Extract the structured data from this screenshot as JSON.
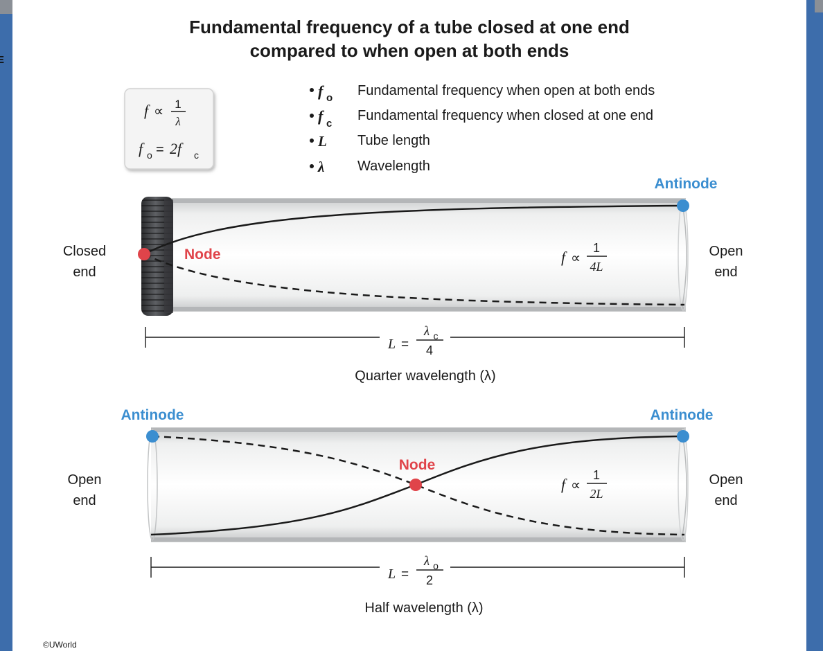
{
  "title": {
    "line1": "Fundamental frequency of a tube closed at one end",
    "line2": "compared to when open at both ends"
  },
  "formula_box": {
    "f_lhs": "f",
    "prop": "∝",
    "frac_num": "1",
    "frac_den": "λ",
    "fo": "f",
    "fo_sub": "o",
    "eq": "=",
    "two_fc": "2f",
    "fc_sub": "c"
  },
  "legend": [
    {
      "symbol": "f",
      "sub": "o",
      "text": "Fundamental frequency when open at both ends"
    },
    {
      "symbol": "f",
      "sub": "c",
      "text": "Fundamental frequency when closed at one end"
    },
    {
      "symbol": "L",
      "sub": "",
      "text": "Tube length"
    },
    {
      "symbol": "λ",
      "sub": "",
      "text": "Wavelength"
    }
  ],
  "top_tube": {
    "antinode_label": "Antinode",
    "node_label": "Node",
    "left_label_1": "Closed",
    "left_label_2": "end",
    "right_label_1": "Open",
    "right_label_2": "end",
    "freq_f": "f",
    "freq_prop": "∝",
    "freq_num": "1",
    "freq_den": "4L",
    "length_L": "L",
    "length_eq": "=",
    "length_num": "λ",
    "length_num_sub": "c",
    "length_den": "4",
    "caption": "Quarter wavelength (λ)"
  },
  "bottom_tube": {
    "antinode_left_label": "Antinode",
    "antinode_right_label": "Antinode",
    "node_label": "Node",
    "left_label_1": "Open",
    "left_label_2": "end",
    "right_label_1": "Open",
    "right_label_2": "end",
    "freq_f": "f",
    "freq_prop": "∝",
    "freq_num": "1",
    "freq_den": "2L",
    "length_L": "L",
    "length_eq": "=",
    "length_num": "λ",
    "length_num_sub": "o",
    "length_den": "2",
    "caption": "Half wavelength (λ)"
  },
  "copyright": "©UWorld",
  "side_mark": "E",
  "colors": {
    "antinode": "#3b8ed0",
    "node": "#e0444a",
    "frame": "#3f6fae"
  }
}
